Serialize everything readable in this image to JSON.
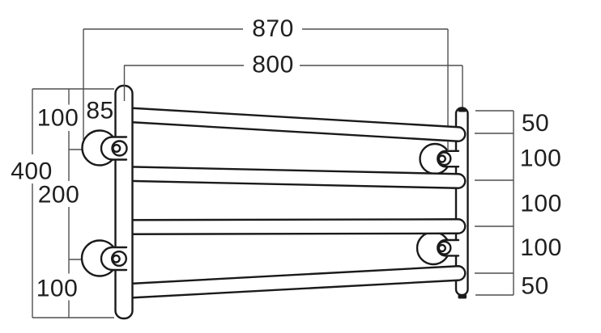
{
  "diagram": {
    "type": "towel-rail-dimension-drawing",
    "units": "mm"
  },
  "colors": {
    "background": "#ffffff",
    "line": "#1a1a1a",
    "dim_line": "#4f4f4f",
    "text": "#1f1f1f"
  },
  "labels": {
    "overall_width": "870",
    "rail_centres_width": "800",
    "projection": "85",
    "left_top_offset": "100",
    "overall_height": "400",
    "bracket_spacing": "200",
    "left_bottom_offset": "100",
    "right_top_gap": "50",
    "right_gap_1": "100",
    "right_gap_2": "100",
    "right_gap_3": "100",
    "right_bottom_gap": "50"
  }
}
